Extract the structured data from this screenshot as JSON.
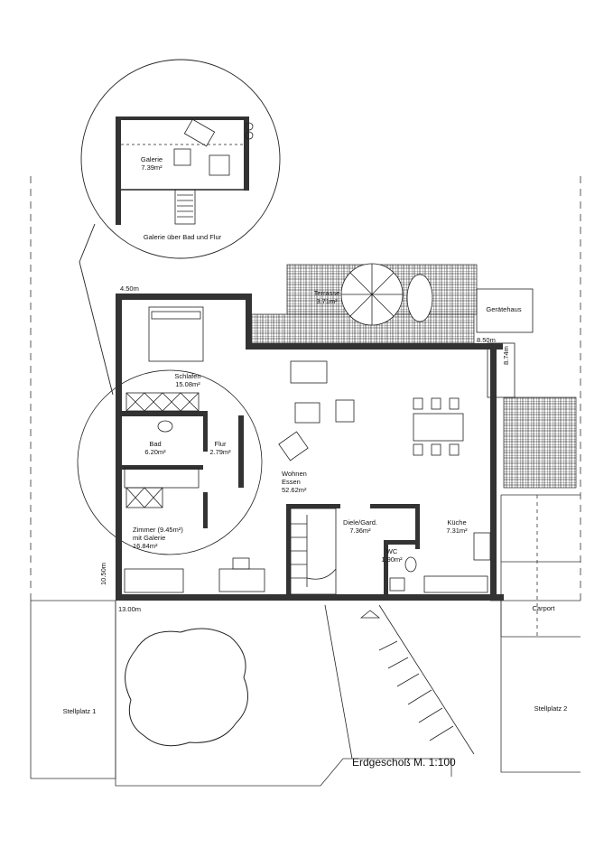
{
  "title": "Erdgeschoß M. 1:100",
  "gallery_caption": "Galerie über Bad und Flur",
  "rooms": {
    "galerie": {
      "name": "Galerie",
      "area": "7.39m²"
    },
    "terrasse": {
      "name": "Terrasse",
      "area": "3.71m²"
    },
    "schlafen": {
      "name": "Schlafen",
      "area": "15.08m²"
    },
    "bad": {
      "name": "Bad",
      "area": "6.20m²"
    },
    "flur": {
      "name": "Flur",
      "area": "2.79m²"
    },
    "zimmer": {
      "name": "Zimmer (9.45m²)",
      "sub": "mit Galerie",
      "area": "16.84m²"
    },
    "wohnen": {
      "name": "Wohnen",
      "sub": "Essen",
      "area": "52.62m²"
    },
    "diele": {
      "name": "Diele/Gard.",
      "area": "7.36m²"
    },
    "wc": {
      "name": "WC",
      "area": "1.90m²"
    },
    "kueche": {
      "name": "Küche",
      "area": "7.31m²"
    },
    "geraetehaus": {
      "name": "Gerätehaus"
    },
    "carport": {
      "name": "Carport"
    },
    "stellplatz1": {
      "name": "Stellplatz 1"
    },
    "stellplatz2": {
      "name": "Stellplatz 2"
    }
  },
  "dimensions": {
    "width_top": "4.50m",
    "width_bottom": "13.00m",
    "height_left": "10.50m",
    "terrace_width": "8.50m",
    "terrace_depth": "8.74m"
  }
}
